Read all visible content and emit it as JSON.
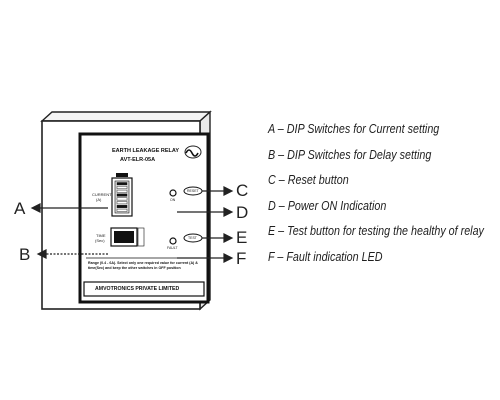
{
  "device": {
    "title_line1": "EARTH LEAKAGE RELAY",
    "title_line2": "AVT-ELR-05A",
    "current_label": "CURRENT",
    "current_unit": "(A)",
    "time_label": "TIME",
    "time_unit": "(Sec)",
    "reset_button_label": "RESET",
    "test_button_label": "TEST",
    "on_led_label": "ON",
    "fault_led_label": "FAULT",
    "note": "Range (0.4 - 6A). Select only one required value for current (A) & time(Sec) and keep the other switches in OFF position",
    "manufacturer": "AMVOTRONICS PRIVATE LIMITED"
  },
  "callouts": [
    {
      "letter": "A",
      "side": "left"
    },
    {
      "letter": "B",
      "side": "left"
    },
    {
      "letter": "C",
      "side": "right"
    },
    {
      "letter": "D",
      "side": "right"
    },
    {
      "letter": "E",
      "side": "right"
    },
    {
      "letter": "F",
      "side": "right"
    }
  ],
  "legend": [
    "A – DIP Switches for Current setting",
    "B – DIP Switches for Delay setting",
    "C – Reset button",
    "D – Power ON Indication",
    "E – Test button for testing the healthy of relay",
    "F – Fault indication LED"
  ]
}
